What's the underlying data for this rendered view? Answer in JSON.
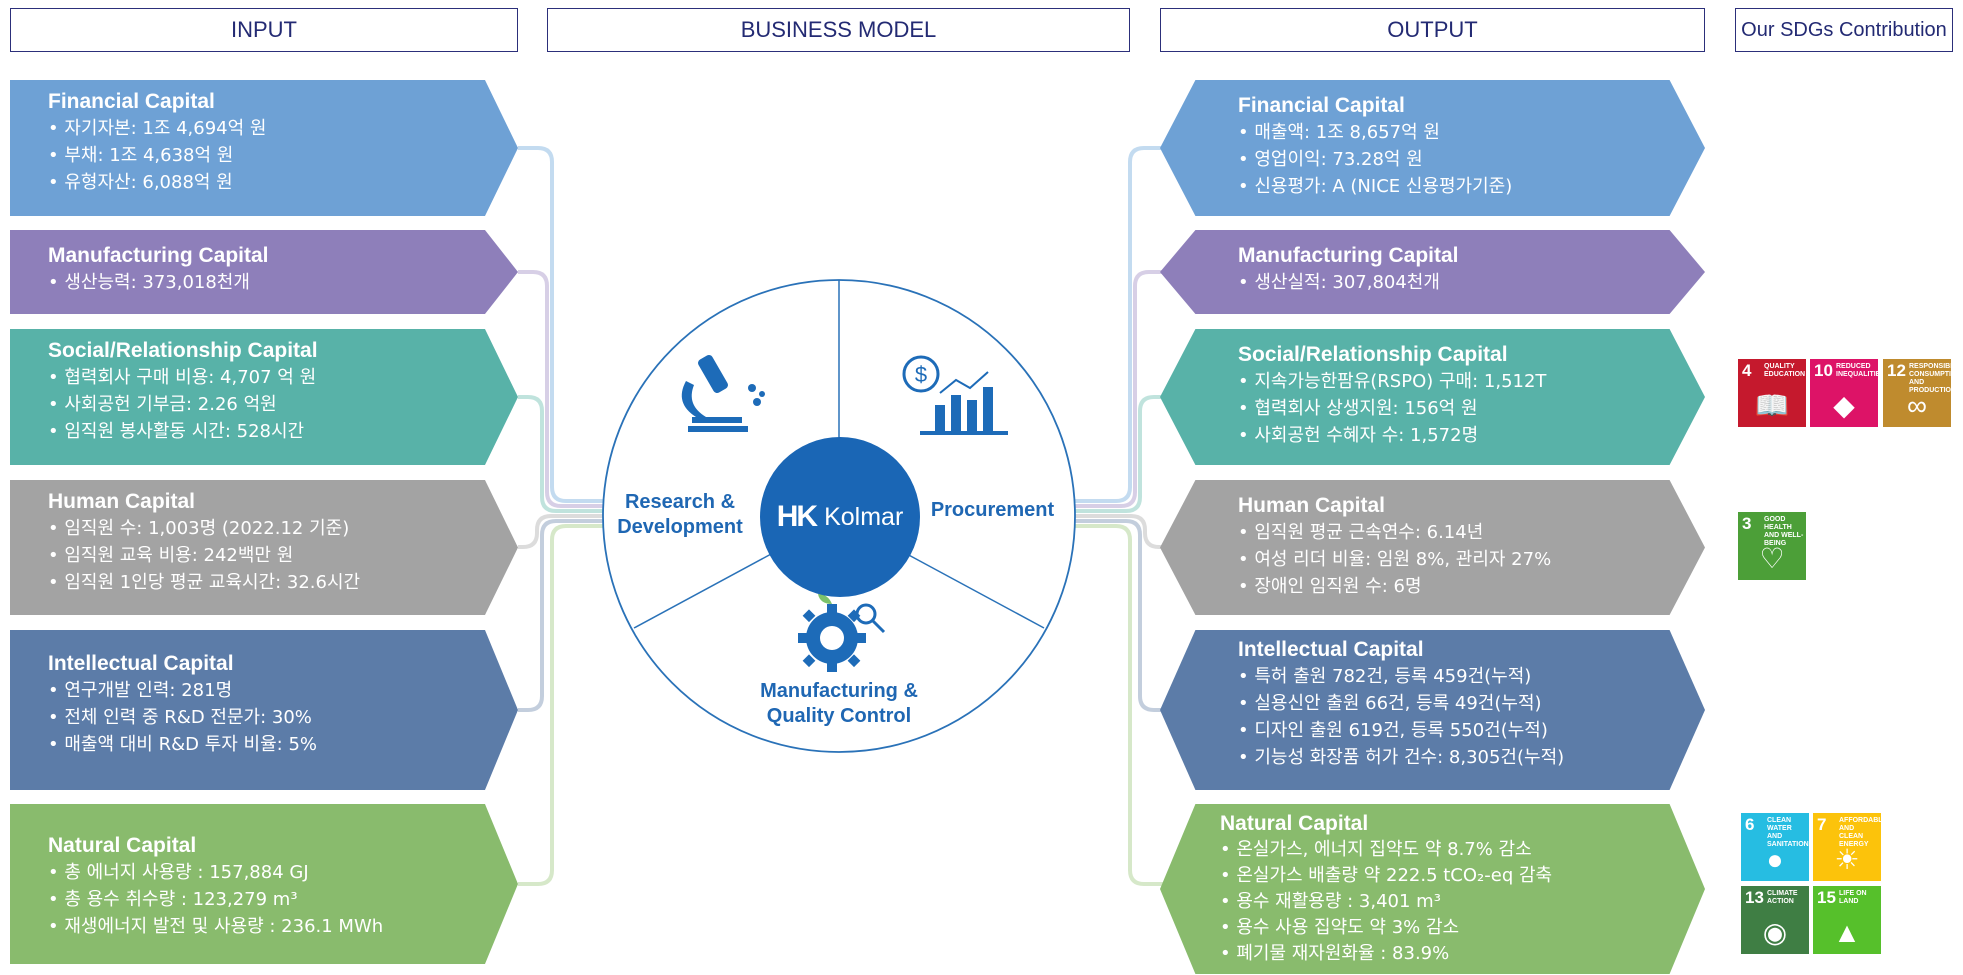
{
  "headers": {
    "input": "INPUT",
    "business_model": "BUSINESS MODEL",
    "output": "OUTPUT",
    "sdgs": "Our SDGs Contribution"
  },
  "input": [
    {
      "title": "Financial Capital",
      "items": [
        "자기자본: 1조 4,694억 원",
        "부채: 1조 4,638억 원",
        "유형자산: 6,088억 원"
      ]
    },
    {
      "title": "Manufacturing Capital",
      "items": [
        "생산능력:  373,018천개"
      ]
    },
    {
      "title": "Social/Relationship Capital",
      "items": [
        "협력회사 구매 비용: 4,707 억 원",
        "사회공헌 기부금: 2.26 억원",
        "임직원 봉사활동 시간: 528시간"
      ]
    },
    {
      "title": "Human Capital",
      "items": [
        "임직원 수: 1,003명 (2022.12 기준)",
        "임직원 교육 비용: 242백만 원",
        "임직원 1인당 평균 교육시간: 32.6시간"
      ]
    },
    {
      "title": "Intellectual Capital",
      "items": [
        "연구개발 인력: 281명",
        "전체 인력 중 R&D 전문가: 30%",
        "매출액 대비 R&D 투자 비율:  5%"
      ]
    },
    {
      "title": "Natural Capital",
      "items": [
        "총 에너지 사용량 : 157,884 GJ",
        "총 용수 취수량 : 123,279 m³",
        "재생에너지 발전 및 사용량 : 236.1 MWh"
      ]
    }
  ],
  "output": [
    {
      "title": "Financial Capital",
      "items": [
        "매출액: 1조 8,657억 원",
        "영업이익: 73.28억 원",
        "신용평가: A (NICE 신용평가기준)"
      ]
    },
    {
      "title": "Manufacturing Capital",
      "items": [
        "생산실적: 307,804천개"
      ]
    },
    {
      "title": "Social/Relationship Capital",
      "items": [
        "지속가능한팜유(RSPO) 구매: 1,512T",
        "협력회사 상생지원: 156억 원",
        "사회공헌 수혜자 수: 1,572명"
      ]
    },
    {
      "title": "Human Capital",
      "items": [
        "임직원 평균 근속연수: 6.14년",
        "여성 리더 비율: 임원 8%, 관리자 27%",
        "장애인 임직원 수: 6명"
      ]
    },
    {
      "title": "Intellectual Capital",
      "items": [
        "특허 출원 782건, 등록 459건(누적)",
        "실용신안 출원 66건, 등록 49건(누적)",
        "디자인 출원 619건, 등록 550건(누적)",
        "기능성 화장품 허가 건수: 8,305건(누적)"
      ]
    },
    {
      "title": "Natural Capital",
      "items": [
        "온실가스, 에너지 집약도 약 8.7% 감소",
        "온실가스 배출량 약 222.5 tCO₂-eq 감축",
        "용수 재활용량 : 3,401 m³",
        "용수 사용 집약도 약 3% 감소",
        "폐기물 재자원화율 : 83.9%"
      ]
    }
  ],
  "business_model": {
    "segments": [
      "Research & Development",
      "Procurement",
      "Manufacturing & Quality Control"
    ],
    "rd_line1": "Research &",
    "rd_line2": "Development",
    "procurement": "Procurement",
    "mqc_line1": "Manufacturing &",
    "mqc_line2": "Quality Control",
    "logo_text": "Kolmar",
    "logo_mark": "HK"
  },
  "sdgs": [
    {
      "num": "4",
      "label": "Quality Education",
      "color": "#c5192d",
      "icon": "book-icon"
    },
    {
      "num": "10",
      "label": "Reduced Inequalities",
      "color": "#dd1367",
      "icon": "equality-icon"
    },
    {
      "num": "12",
      "label": "Responsible Consumption and Production",
      "color": "#bf8b2e",
      "icon": "infinity-icon"
    },
    {
      "num": "3",
      "label": "Good Health and Well-Being",
      "color": "#4c9f38",
      "icon": "heartbeat-icon"
    },
    {
      "num": "6",
      "label": "Clean Water and Sanitation",
      "color": "#26bde2",
      "icon": "water-icon"
    },
    {
      "num": "7",
      "label": "Affordable and Clean Energy",
      "color": "#fcc30b",
      "icon": "sun-icon"
    },
    {
      "num": "13",
      "label": "Climate Action",
      "color": "#3f7e44",
      "icon": "eye-globe-icon"
    },
    {
      "num": "15",
      "label": "Life on Land",
      "color": "#56c02b",
      "icon": "tree-icon"
    }
  ]
}
